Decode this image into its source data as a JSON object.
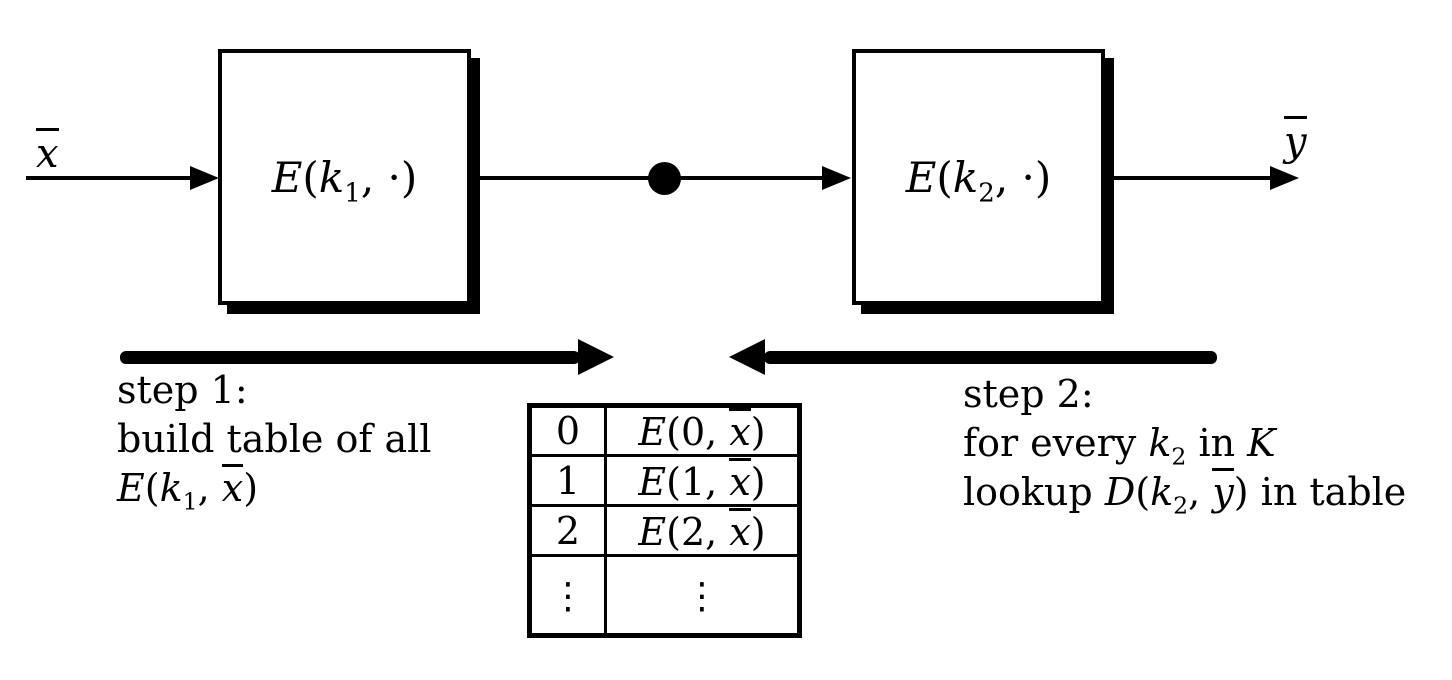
{
  "diagram": {
    "colors": {
      "ink": "#000000",
      "background": "#ffffff"
    },
    "input_label": [
      {
        "t": "x",
        "i": true,
        "bar": true
      }
    ],
    "output_label": [
      {
        "t": "y",
        "i": true,
        "bar": true
      }
    ],
    "box1_label": [
      {
        "t": "E",
        "i": true
      },
      {
        "t": "("
      },
      {
        "t": "k",
        "i": true
      },
      {
        "t": "1",
        "sub": true
      },
      {
        "t": ", "
      },
      {
        "t": "·"
      },
      {
        "t": ")"
      }
    ],
    "box2_label": [
      {
        "t": "E",
        "i": true
      },
      {
        "t": "("
      },
      {
        "t": "k",
        "i": true
      },
      {
        "t": "2",
        "sub": true
      },
      {
        "t": ", "
      },
      {
        "t": "·"
      },
      {
        "t": ")"
      }
    ],
    "step1": {
      "line1": [
        {
          "t": "step 1:"
        }
      ],
      "line2": [
        {
          "t": "build table of all"
        }
      ],
      "line3": [
        {
          "t": "E",
          "i": true
        },
        {
          "t": "("
        },
        {
          "t": "k",
          "i": true
        },
        {
          "t": "1",
          "sub": true
        },
        {
          "t": ", "
        },
        {
          "t": "x",
          "i": true,
          "bar": true
        },
        {
          "t": ")"
        }
      ]
    },
    "step2": {
      "line1": [
        {
          "t": "step 2:"
        }
      ],
      "line2": [
        {
          "t": "for every "
        },
        {
          "t": "k",
          "i": true
        },
        {
          "t": "2",
          "sub": true
        },
        {
          "t": " in "
        },
        {
          "t": "K",
          "script": true
        }
      ],
      "line3": [
        {
          "t": "lookup "
        },
        {
          "t": "D",
          "i": true
        },
        {
          "t": "("
        },
        {
          "t": "k",
          "i": true
        },
        {
          "t": "2",
          "sub": true
        },
        {
          "t": ", "
        },
        {
          "t": "y",
          "i": true,
          "bar": true
        },
        {
          "t": ")"
        },
        {
          "t": " in table"
        }
      ]
    },
    "table": {
      "rows": [
        {
          "key": [
            {
              "t": "0"
            }
          ],
          "value": [
            {
              "t": "E",
              "i": true
            },
            {
              "t": "("
            },
            {
              "t": "0"
            },
            {
              "t": ", "
            },
            {
              "t": "x",
              "i": true,
              "bar": true
            },
            {
              "t": ")"
            }
          ]
        },
        {
          "key": [
            {
              "t": "1"
            }
          ],
          "value": [
            {
              "t": "E",
              "i": true
            },
            {
              "t": "("
            },
            {
              "t": "1"
            },
            {
              "t": ", "
            },
            {
              "t": "x",
              "i": true,
              "bar": true
            },
            {
              "t": ")"
            }
          ]
        },
        {
          "key": [
            {
              "t": "2"
            }
          ],
          "value": [
            {
              "t": "E",
              "i": true
            },
            {
              "t": "("
            },
            {
              "t": "2"
            },
            {
              "t": ", "
            },
            {
              "t": "x",
              "i": true,
              "bar": true
            },
            {
              "t": ")"
            }
          ]
        },
        {
          "tall": true,
          "key": [
            {
              "t": "⋮",
              "dots": true
            }
          ],
          "value": [
            {
              "t": "⋮",
              "dots": true
            }
          ]
        }
      ]
    }
  }
}
